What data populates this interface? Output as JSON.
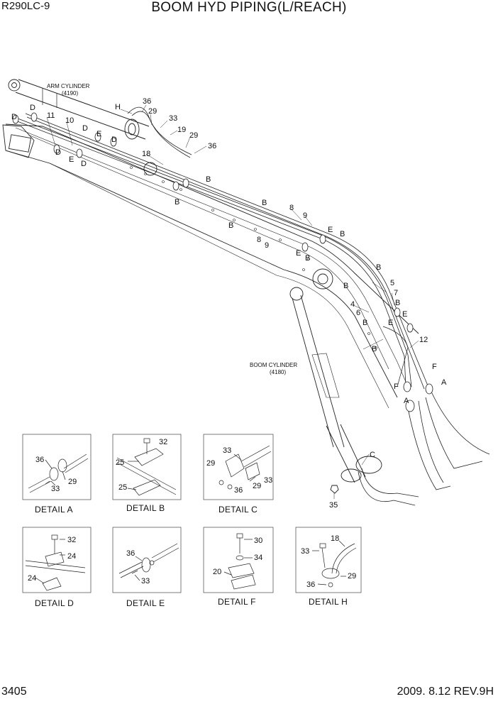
{
  "header": {
    "model": "R290LC-9",
    "title": "BOOM HYD PIPING(L/REACH)"
  },
  "footer": {
    "page": "3405",
    "revision": "2009. 8.12  REV.9H"
  },
  "cylinders": {
    "arm": {
      "name": "ARM CYLINDER",
      "part": "(4190)"
    },
    "boom": {
      "name": "BOOM CYLINDER",
      "part": "(4180)"
    }
  },
  "main_callouts": {
    "c_H": "H",
    "c_36a": "36",
    "c_29a": "29",
    "c_33a": "33",
    "c_19": "19",
    "c_29b": "29",
    "c_36b": "36",
    "c_D1": "D",
    "c_D2": "D",
    "c_11": "11",
    "c_10": "10",
    "c_D3": "D",
    "c_E1": "E",
    "c_D4": "D",
    "c_D5": "D",
    "c_E2": "E",
    "c_D6": "D",
    "c_18": "18",
    "c_B1": "B",
    "c_B2": "B",
    "c_B3": "B",
    "c_8a": "8",
    "c_9a": "9",
    "c_B4": "B",
    "c_E3": "E",
    "c_B5": "B",
    "c_8b": "8",
    "c_9b": "9",
    "c_E4": "E",
    "c_B6": "B",
    "c_B7": "B",
    "c_5": "5",
    "c_B8": "B",
    "c_7": "7",
    "c_B9": "B",
    "c_4": "4",
    "c_6": "6",
    "c_E5": "E",
    "c_B10": "B",
    "c_E6": "E",
    "c_12": "12",
    "c_B11": "B",
    "c_F1": "F",
    "c_F2": "F",
    "c_A1": "A",
    "c_A2": "A",
    "c_C": "C",
    "c_35": "35"
  },
  "details": [
    {
      "caption": "DETAIL  A",
      "callouts": [
        "36",
        "33",
        "29"
      ]
    },
    {
      "caption": "DETAIL  B",
      "callouts": [
        "32",
        "25",
        "25"
      ]
    },
    {
      "caption": "DETAIL  C",
      "callouts": [
        "33",
        "29",
        "36",
        "29",
        "33"
      ]
    },
    {
      "caption": "DETAIL  D",
      "callouts": [
        "32",
        "24",
        "24"
      ]
    },
    {
      "caption": "DETAIL  E",
      "callouts": [
        "36",
        "33"
      ]
    },
    {
      "caption": "DETAIL  F",
      "callouts": [
        "30",
        "34",
        "20"
      ]
    },
    {
      "caption": "DETAIL  H",
      "callouts": [
        "18",
        "33",
        "29",
        "36"
      ]
    }
  ]
}
